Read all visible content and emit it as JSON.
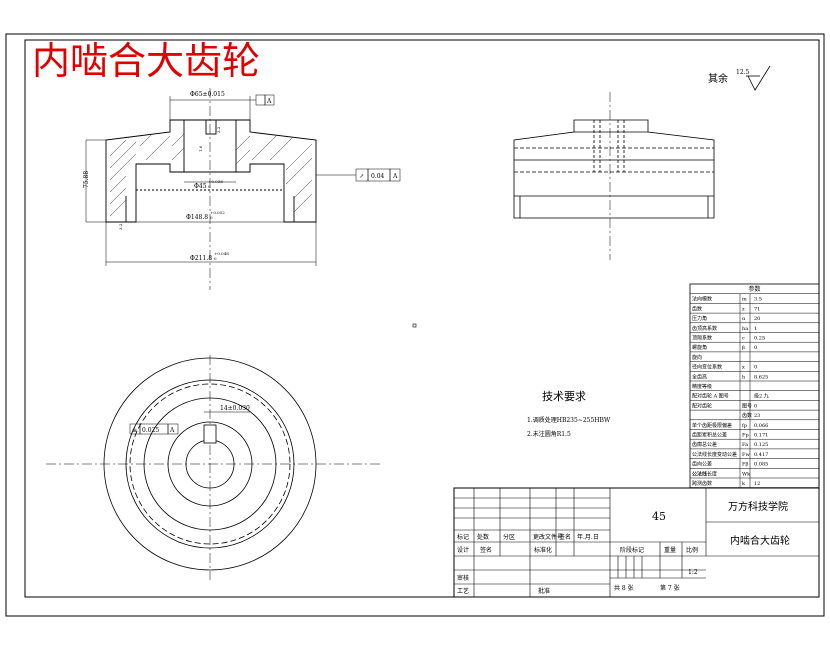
{
  "watermark_title": "内啮合大齿轮",
  "roughness": {
    "label": "其余",
    "value": "12.5"
  },
  "views": {
    "front": {
      "dims": {
        "bore_tol": "Φ65±0.015",
        "datum_a": "A",
        "height": "75.88",
        "hub_dia": "Φ45",
        "hub_tol_upper": "+0.038",
        "hub_tol_lower": "0",
        "inner_dia": "Φ148.8",
        "inner_tol_upper": "+0.052",
        "inner_tol_lower": "0",
        "outer_dia": "Φ211.8",
        "outer_tol_upper": "+0.048",
        "outer_tol_lower": "0",
        "runout_value": "0.04",
        "runout_datum": "A",
        "ra_hub": "3.2",
        "ra_key": "1.6",
        "ra_teeth": "3.2"
      }
    },
    "top": {
      "dims": {
        "keyway": "14±0.030",
        "sym_value": "0.025",
        "sym_datum": "A"
      }
    }
  },
  "tech_requirements": {
    "title": "技术要求",
    "items": [
      "1.调质处理HB235~255HBW",
      "2.未注圆角R1.5"
    ]
  },
  "params_table": {
    "title": "参数",
    "rows": [
      [
        "法向模数",
        "m",
        "3.5"
      ],
      [
        "齿数",
        "z",
        "71"
      ],
      [
        "压力角",
        "α",
        "20"
      ],
      [
        "齿顶高系数",
        "ha",
        "1"
      ],
      [
        "顶隙系数",
        "c",
        "0.25"
      ],
      [
        "螺旋角",
        "β",
        "0"
      ],
      [
        "旋向",
        "",
        ""
      ],
      [
        "径向变位系数",
        "x",
        "0"
      ],
      [
        "全齿高",
        "h",
        "8.625"
      ],
      [
        "精度等级",
        "",
        ""
      ],
      [
        "配对齿轮 A 图号",
        "",
        "级2.九"
      ],
      [
        "配对齿轮",
        "图号",
        "0"
      ],
      [
        "",
        "齿数",
        "23"
      ],
      [
        "单个齿距极限偏差",
        "fp",
        "0.066"
      ],
      [
        "齿距累积总公差",
        "Fp",
        "0.171"
      ],
      [
        "齿廓总公差",
        "Fa",
        "0.125"
      ],
      [
        "公法线长度变动公差",
        "Fw",
        "0.417"
      ],
      [
        "齿向公差",
        "Fβ",
        "0.085"
      ],
      [
        "公法线长度",
        "Wk",
        ""
      ],
      [
        "跨测齿数",
        "k",
        "12"
      ]
    ],
    "group_label": "公法线"
  },
  "title_block": {
    "material": "45",
    "company": "万方科技学院",
    "part_name": "内啮合大齿轮",
    "headers": {
      "mark": "标记",
      "count": "处数",
      "zone": "分区",
      "doc": "更改文件号",
      "sign": "签名",
      "date": "年.月.日"
    },
    "design": "设计",
    "sign2": "签名",
    "std": "标准化",
    "review": "审核",
    "process": "工艺",
    "approve": "批准",
    "stage_mark": "阶段标记",
    "weight": "重量",
    "scale": "比例",
    "scale_value": "1:2",
    "sheets": "共 8 张",
    "sheet_no": "第 7 张"
  }
}
